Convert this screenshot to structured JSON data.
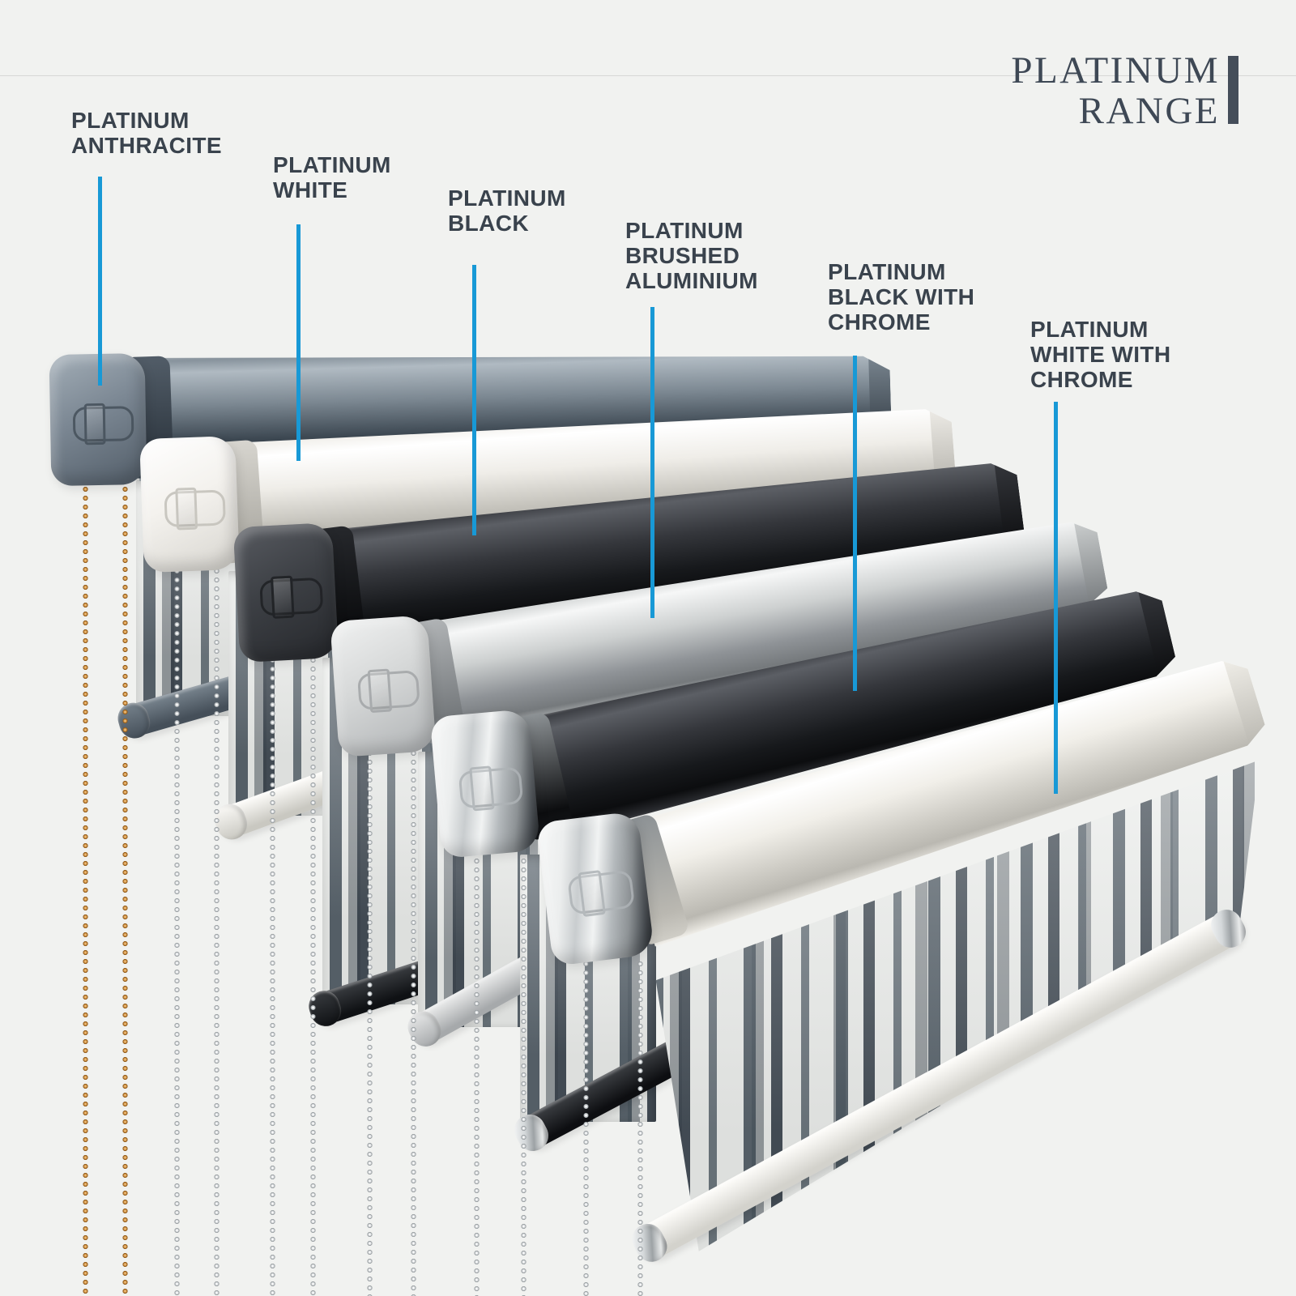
{
  "page": {
    "background": "#f1f2f0",
    "rule_color": "#d7d8d6"
  },
  "brand": {
    "title_line1": "PLATINUM",
    "title_line2": "RANGE",
    "text_color": "#3e4855",
    "accent_bar_color": "#454e5a"
  },
  "callouts": {
    "line_color": "#1899d6",
    "text_color": "#3a434d",
    "items": [
      {
        "name": "Platinum Anthracite",
        "line1": "PLATINUM",
        "line2": "ANTHRACITE",
        "line3": ""
      },
      {
        "name": "Platinum White",
        "line1": "PLATINUM",
        "line2": "WHITE",
        "line3": ""
      },
      {
        "name": "Platinum Black",
        "line1": "PLATINUM",
        "line2": "BLACK",
        "line3": ""
      },
      {
        "name": "Platinum Brushed Aluminium",
        "line1": "PLATINUM",
        "line2": "BRUSHED",
        "line3": "ALUMINIUM"
      },
      {
        "name": "Platinum Black with Chrome",
        "line1": "PLATINUM",
        "line2": "BLACK WITH",
        "line3": "CHROME"
      },
      {
        "name": "Platinum White with Chrome",
        "line1": "PLATINUM",
        "line2": "WHITE WITH",
        "line3": "CHROME"
      }
    ]
  },
  "fabric": {
    "base": "#eef0ee",
    "stripe_dark": "#47525c",
    "stripe_mid": "#5d6873"
  },
  "chain_colors": {
    "gold": {
      "l": "#f2c27c",
      "m": "#c08136",
      "d": "#7c4d13"
    },
    "silver": {
      "l": "#ffffff",
      "m": "#c7cbcd",
      "d": "#878d91"
    }
  },
  "blinds": [
    {
      "name": "Platinum Anthracite",
      "chain": "gold",
      "chrome_cap": false,
      "colors": {
        "cap-l": "#a3aeb7",
        "cap": "#7b8793",
        "cap-d": "#525d68",
        "slot": "#45505a",
        "rail-l": "#b0bac2",
        "rail-m": "#7b8791",
        "rail-d": "#3d4852",
        "rail-d2": "#2e3740",
        "bar-l": "#76828c",
        "bar-d": "#454f59"
      }
    },
    {
      "name": "Platinum White",
      "chain": "silver",
      "chrome_cap": false,
      "colors": {
        "cap-l": "#ffffff",
        "cap": "#f4f2ee",
        "cap-d": "#d7d5cf",
        "slot": "#c2c0b9",
        "rail-l": "#ffffff",
        "rail-m": "#efede8",
        "rail-d": "#c6c4bd",
        "rail-d2": "#aeaca5",
        "bar-l": "#fbfaf7",
        "bar-d": "#c9c8c1"
      }
    },
    {
      "name": "Platinum Black",
      "chain": "silver",
      "chrome_cap": false,
      "colors": {
        "cap-l": "#575a60",
        "cap": "#3d4045",
        "cap-d": "#26282c",
        "slot": "#1e2023",
        "rail-l": "#5c5f65",
        "rail-m": "#35373c",
        "rail-d": "#17191c",
        "rail-d2": "#0c0d0f",
        "bar-l": "#383b3f",
        "bar-d": "#0f1114"
      }
    },
    {
      "name": "Platinum Brushed Aluminium",
      "chain": "silver",
      "chrome_cap": false,
      "colors": {
        "cap-l": "#f0f1f1",
        "cap": "#d6d8d8",
        "cap-d": "#b0b3b5",
        "slot": "#a2a5a7",
        "rail-l": "#f6f7f7",
        "rail-m": "#cdd0d0",
        "rail-d": "#8f9397",
        "rail-d2": "#75797c",
        "bar-l": "#e8e9e9",
        "bar-d": "#a6a9ab"
      }
    },
    {
      "name": "Platinum Black with Chrome",
      "chain": "silver",
      "chrome_cap": true,
      "colors": {
        "cap-l": "#f4f5f5",
        "cap": "#c9cdcf",
        "cap-d": "#8d9295",
        "slot": "#aeb3b6",
        "rail-l": "#5c5f65",
        "rail-m": "#35373c",
        "rail-d": "#17191c",
        "rail-d2": "#0c0d0f",
        "bar-l": "#3a3d41",
        "bar-d": "#0d0e11"
      }
    },
    {
      "name": "Platinum White with Chrome",
      "chain": "silver",
      "chrome_cap": true,
      "colors": {
        "cap-l": "#f4f5f5",
        "cap": "#c9cdcf",
        "cap-d": "#8d9295",
        "slot": "#aeb3b6",
        "rail-l": "#ffffff",
        "rail-m": "#f1efe9",
        "rail-d": "#cfcdc6",
        "rail-d2": "#bab8b1",
        "bar-l": "#fcfbf8",
        "bar-d": "#d3d2cc"
      }
    }
  ]
}
